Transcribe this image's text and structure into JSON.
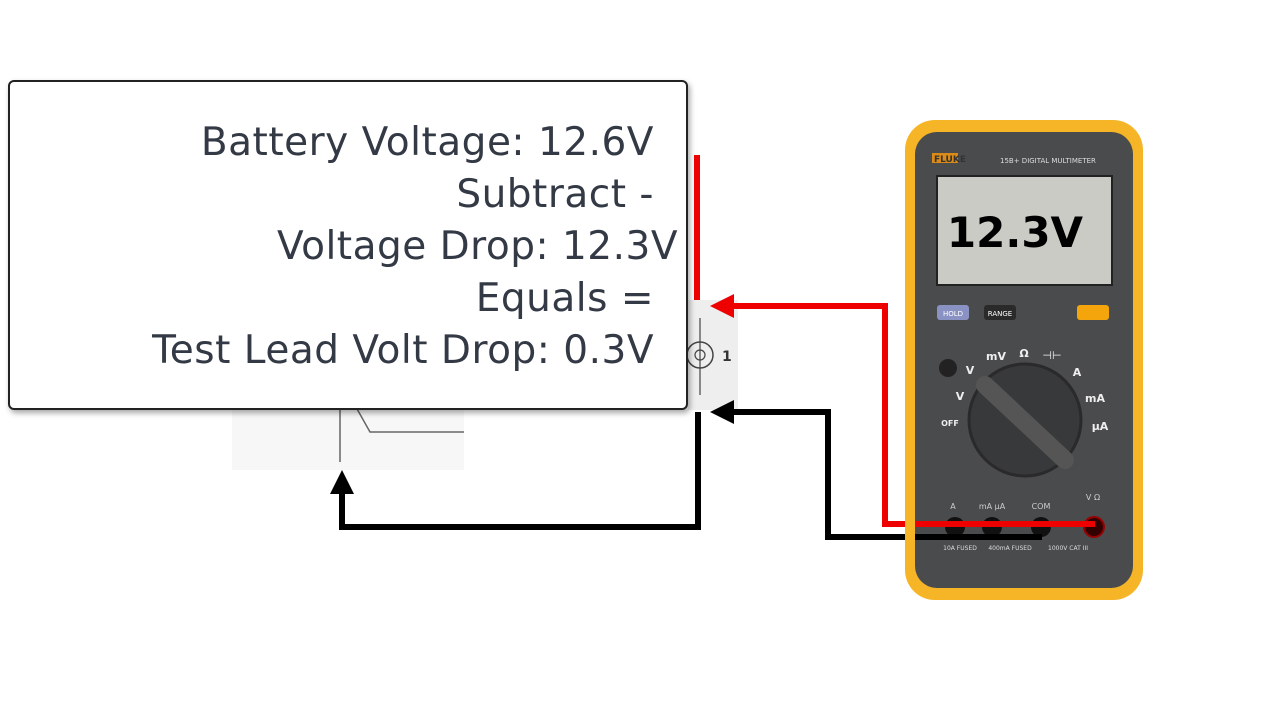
{
  "calculation": {
    "battery_voltage": "Battery Voltage: 12.6V",
    "subtract": "Subtract -",
    "voltage_drop": "Voltage Drop: 12.3V",
    "equals": "Equals =",
    "test_lead_drop": "Test Lead Volt Drop: 0.3V"
  },
  "circuit": {
    "lamp_label": "1"
  },
  "multimeter": {
    "brand": "FLUKE",
    "model": "15B+ DIGITAL MULTIMETER",
    "reading": "12.3V",
    "buttons": {
      "hold": "HOLD",
      "range": "RANGE"
    },
    "dial": {
      "off": "OFF",
      "v_ac": "V",
      "v_dc": "V",
      "mv": "mV",
      "ohm": "Ω",
      "cap": "⊣⊢",
      "a": "A",
      "ma": "mA",
      "ua": "μA"
    },
    "jacks": {
      "a": "A",
      "ma_ua": "mA μA",
      "com": "COM",
      "v_ohm": "V Ω"
    },
    "fuse_labels": {
      "a": "10A FUSED",
      "ma": "400mA FUSED",
      "cat": "1000V CAT III"
    }
  },
  "colors": {
    "red_lead": "#ee0000",
    "black_lead": "#000000",
    "body": "#f5b526",
    "panel": "#4a4b4d",
    "display": "#c9cbc4"
  }
}
